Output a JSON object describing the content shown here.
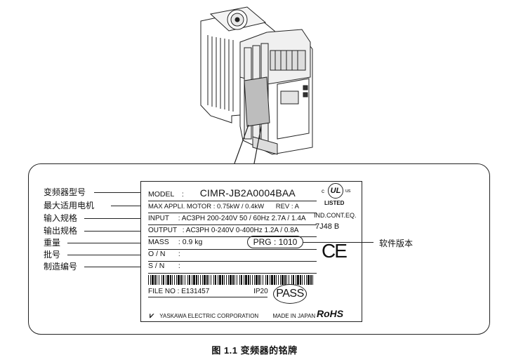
{
  "labels_left": [
    {
      "id": "model",
      "text": "变频器型号"
    },
    {
      "id": "max",
      "text": "最大适用电机"
    },
    {
      "id": "input",
      "text": "输入规格"
    },
    {
      "id": "output",
      "text": "输出规格"
    },
    {
      "id": "mass",
      "text": "重量"
    },
    {
      "id": "lot",
      "text": "批号"
    },
    {
      "id": "serial",
      "text": "制造编号"
    }
  ],
  "label_right": "软件版本",
  "nameplate": {
    "model_key": "MODEL",
    "model_colon": ":",
    "model_value": "CIMR-JB2A0004BAA",
    "max_key": "MAX APPLI. MOTOR : 0.75kW / 0.4kW",
    "rev": "REV : A",
    "input_key": "INPUT",
    "input_value": ": AC3PH 200-240V 50 / 60Hz 2.7A / 1.4A",
    "output_key": "OUTPUT",
    "output_value": ": AC3PH 0-240V 0-400Hz 1.2A / 0.8A",
    "mass_key": "MASS",
    "mass_value": ": 0.9 kg",
    "prg": "PRG : 1010",
    "on_key": "O / N",
    "on_value": ":",
    "sn_key": "S / N",
    "sn_value": ":",
    "file_no": "FILE NO : E131457",
    "ip": "IP20",
    "pass": "PASS",
    "maker": "YASKAWA ELECTRIC CORPORATION",
    "made_in": "MADE IN JAPAN",
    "rohs": "RoHS",
    "ul_c": "c",
    "ul_mark": "UL",
    "ul_us": "us",
    "listed": "LISTED",
    "ind": "IND.CONT.EQ.",
    "code": "7J48 B",
    "ce": "CE"
  },
  "caption": "图 1.1   变频器的铭牌"
}
